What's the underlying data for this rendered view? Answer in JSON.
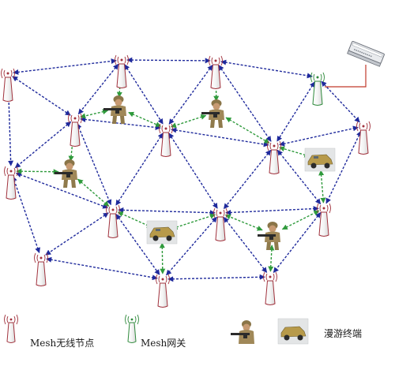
{
  "legend": {
    "node_label": "Mesh无线节点",
    "gateway_label": "Mesh网关",
    "roaming_label": "漫游终端"
  },
  "colors": {
    "mesh_link": "#1f2a9c",
    "roaming_link": "#2f9a3c",
    "node_stroke": "#a0313c",
    "gateway_stroke": "#2f8a3c",
    "uplink": "#c0392b",
    "server": "#8a8f98"
  },
  "icons": {
    "node": "mesh-node-tower-icon",
    "gateway": "mesh-gateway-tower-icon",
    "server": "server-rack-icon",
    "soldier": "soldier-terminal-icon",
    "vehicle": "vehicle-terminal-icon"
  }
}
